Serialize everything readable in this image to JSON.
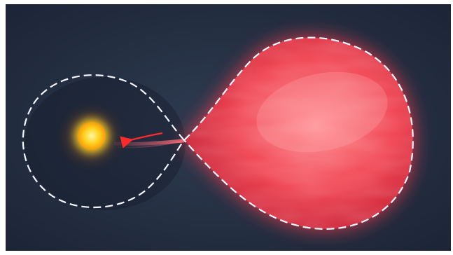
{
  "scene": {
    "subject": "binary-star-roche-lobe-overflow",
    "colors": {
      "frame_border": "#ffffff",
      "background_center": "#2f3c52",
      "background_edge": "#1c2536",
      "giant_core": "#ff8a8f",
      "giant_mid": "#f0424f",
      "giant_edge": "#c2182d",
      "giant_glow": "#ff3a4a",
      "dwarf_core": "#fff7a8",
      "dwarf_mid": "#ffd21f",
      "dwarf_edge": "#f59a0a",
      "roche_lobe_line": "#f4f6ff",
      "arrow": "#ff2a2a",
      "stream": "#ff7b86"
    },
    "icons": [
      "red-giant-star",
      "compact-companion-star",
      "mass-transfer-arrow",
      "roche-lobe-outline"
    ]
  }
}
